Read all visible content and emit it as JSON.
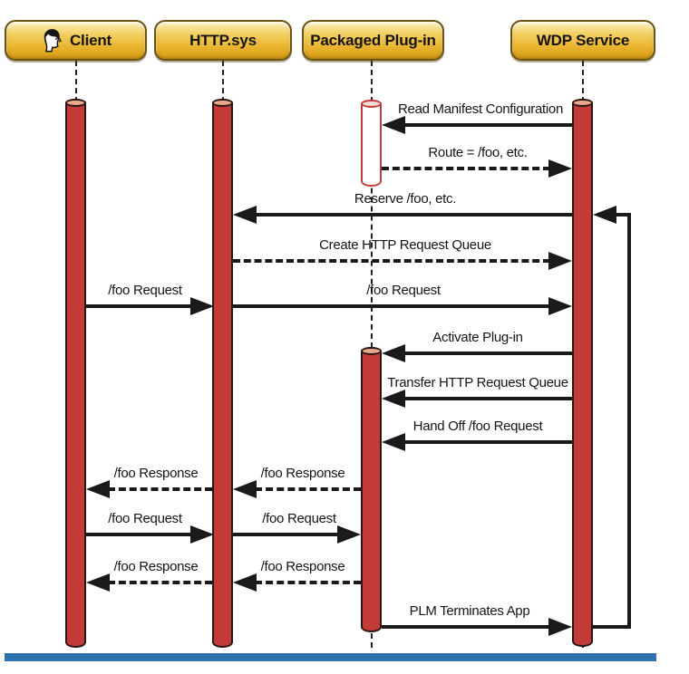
{
  "diagram": {
    "type": "uml-sequence",
    "actors": [
      {
        "id": "client",
        "label": "Client",
        "icon": "person-icon"
      },
      {
        "id": "http-sys",
        "label": "HTTP.sys"
      },
      {
        "id": "packaged-plugin",
        "label": "Packaged Plug-in"
      },
      {
        "id": "wdp-service",
        "label": "WDP Service"
      }
    ],
    "messages": [
      {
        "label": "Read Manifest Configuration",
        "style": "solid",
        "direction": "left",
        "from": "WDP Service",
        "to": "Packaged Plug-in"
      },
      {
        "label": "Route = /foo, etc.",
        "style": "dashed",
        "direction": "right",
        "from": "Packaged Plug-in",
        "to": "WDP Service"
      },
      {
        "label": "Reserve /foo, etc.",
        "style": "solid",
        "direction": "left",
        "from": "WDP Service",
        "to": "HTTP.sys"
      },
      {
        "label": "Create HTTP Request Queue",
        "style": "dashed",
        "direction": "right",
        "from": "HTTP.sys",
        "to": "WDP Service"
      },
      {
        "label": "/foo Request",
        "style": "solid",
        "direction": "right",
        "from": "Client",
        "to": "HTTP.sys"
      },
      {
        "label": "/foo Request",
        "style": "solid",
        "direction": "right",
        "from": "HTTP.sys",
        "to": "WDP Service"
      },
      {
        "label": "Activate Plug-in",
        "style": "solid",
        "direction": "left",
        "from": "WDP Service",
        "to": "Packaged Plug-in"
      },
      {
        "label": "Transfer HTTP Request Queue",
        "style": "solid",
        "direction": "left",
        "from": "WDP Service",
        "to": "Packaged Plug-in"
      },
      {
        "label": "Hand Off /foo Request",
        "style": "solid",
        "direction": "left",
        "from": "WDP Service",
        "to": "Packaged Plug-in"
      },
      {
        "label": "/foo Response",
        "style": "dashed",
        "direction": "left",
        "from": "Packaged Plug-in",
        "to": "HTTP.sys"
      },
      {
        "label": "/foo Response",
        "style": "dashed",
        "direction": "left",
        "from": "HTTP.sys",
        "to": "Client"
      },
      {
        "label": "/foo Request",
        "style": "solid",
        "direction": "right",
        "from": "Client",
        "to": "HTTP.sys"
      },
      {
        "label": "/foo Request",
        "style": "solid",
        "direction": "right",
        "from": "HTTP.sys",
        "to": "Packaged Plug-in"
      },
      {
        "label": "/foo Response",
        "style": "dashed",
        "direction": "left",
        "from": "Packaged Plug-in",
        "to": "HTTP.sys"
      },
      {
        "label": "/foo Response",
        "style": "dashed",
        "direction": "left",
        "from": "HTTP.sys",
        "to": "Client"
      },
      {
        "label": "PLM Terminates App",
        "style": "solid",
        "direction": "right",
        "from": "Packaged Plug-in",
        "to": "WDP Service"
      }
    ],
    "loop_back": {
      "description": "return path from PLM Terminates App row up the right edge into WDP Service at the Reserve /foo row"
    },
    "colors": {
      "actor_gold_top": "#faf0c2",
      "actor_gold_bottom": "#d89a14",
      "actor_border": "#6b5211",
      "activation_fill": "#c23b38",
      "activation_cap": "#eba98c",
      "inactive_cylinder_fill": "#ffffff",
      "message_line": "#1a1a1a",
      "footer_bar_blue": "#2e71ad"
    }
  }
}
